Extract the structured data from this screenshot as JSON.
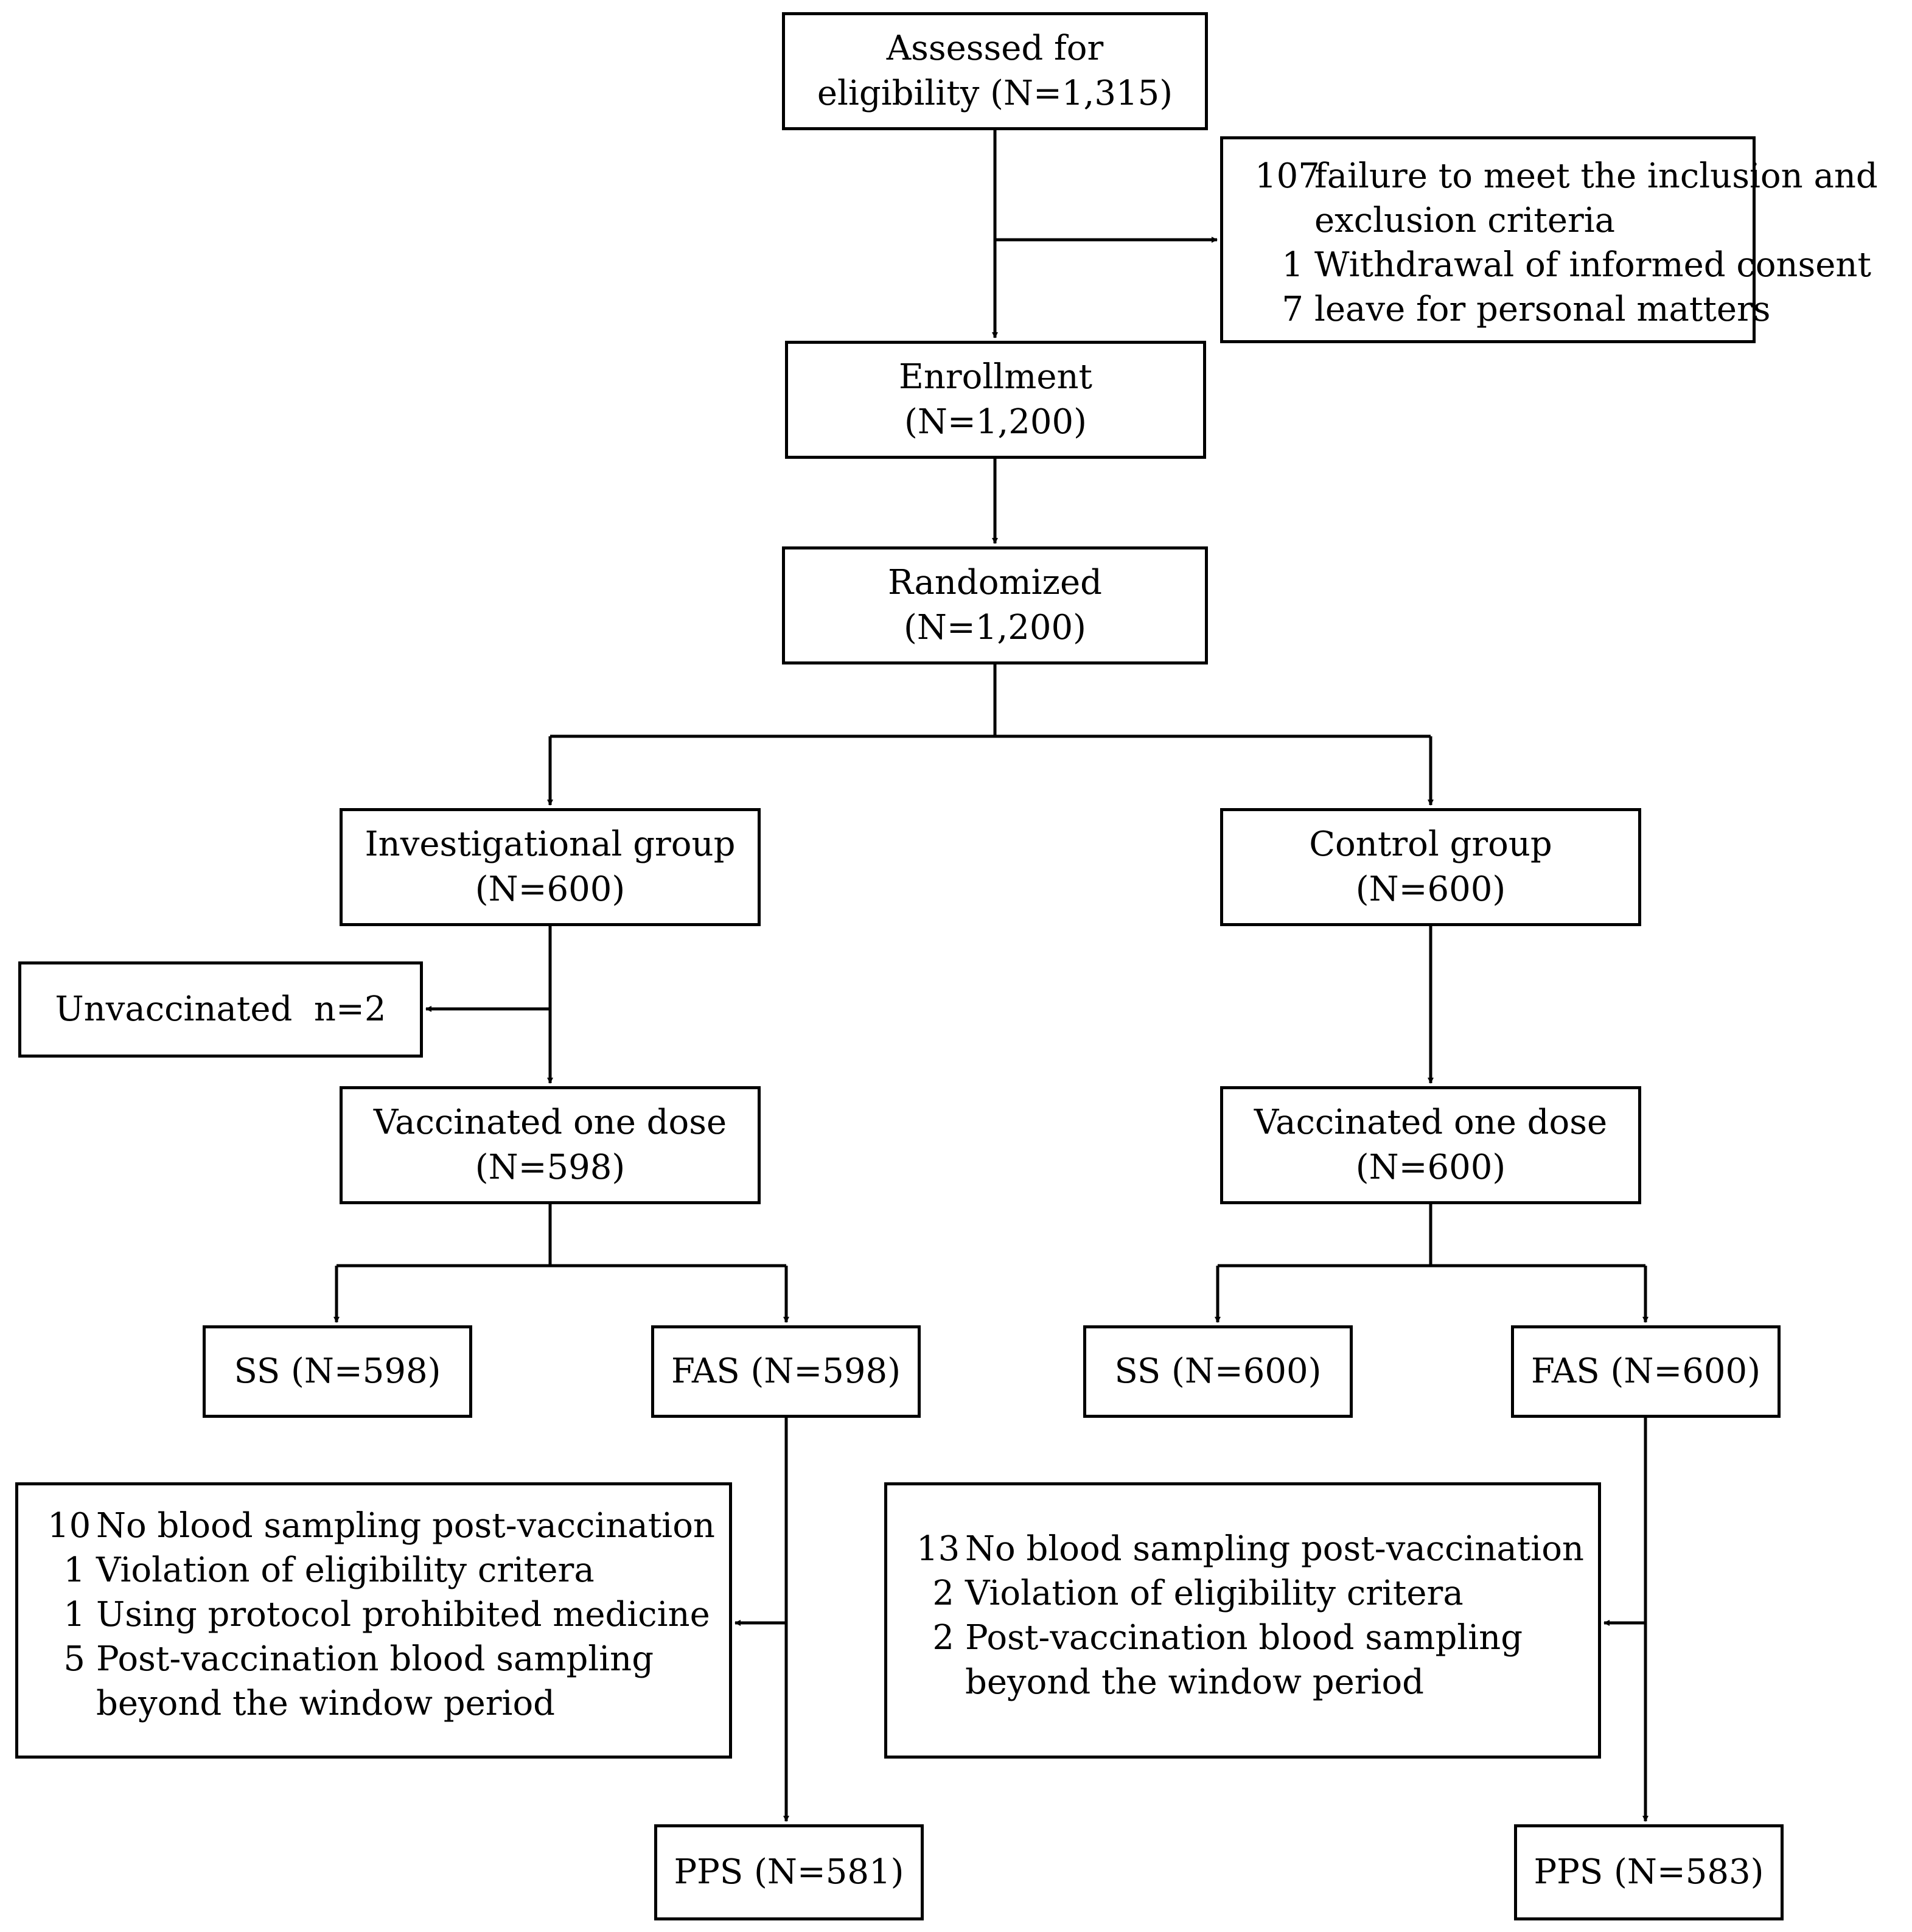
{
  "nodes": {
    "assessed": {
      "line1": "Assessed for",
      "line2": "eligibility (N=1,315)"
    },
    "enrollment": {
      "line1": "Enrollment",
      "line2": "(N=1,200)"
    },
    "randomized": {
      "line1": "Randomized",
      "line2": "(N=1,200)"
    },
    "investigational": {
      "line1": "Investigational group",
      "line2": "(N=600)"
    },
    "control": {
      "line1": "Control group",
      "line2": "(N=600)"
    },
    "unvaccinated": {
      "text": "Unvaccinated  n=2"
    },
    "vacc_inv": {
      "line1": "Vaccinated one dose",
      "line2": "(N=598)"
    },
    "vacc_ctrl": {
      "line1": "Vaccinated one dose",
      "line2": "(N=600)"
    },
    "ss_inv": {
      "text": "SS (N=598)"
    },
    "fas_inv": {
      "text": "FAS (N=598)"
    },
    "ss_ctrl": {
      "text": "SS (N=600)"
    },
    "fas_ctrl": {
      "text": "FAS (N=600)"
    },
    "pps_inv": {
      "text": "PPS (N=581)"
    },
    "pps_ctrl": {
      "text": "PPS (N=583)"
    }
  },
  "exclusions": {
    "screening": [
      {
        "num": "107",
        "text": "failure to meet the inclusion and"
      },
      {
        "num": "",
        "text": "exclusion criteria"
      },
      {
        "num": "1",
        "text": "Withdrawal of informed consent"
      },
      {
        "num": "7",
        "text": "leave for personal matters"
      }
    ],
    "investigational": [
      {
        "num": "10",
        "text": "No blood sampling post-vaccination"
      },
      {
        "num": "1",
        "text": "Violation of eligibility critera"
      },
      {
        "num": "1",
        "text": "Using protocol prohibited medicine"
      },
      {
        "num": "5",
        "text": "Post-vaccination blood sampling"
      },
      {
        "num": "",
        "text": "beyond the window period"
      }
    ],
    "control": [
      {
        "num": "13",
        "text": "No blood sampling post-vaccination"
      },
      {
        "num": "2",
        "text": "Violation of eligibility critera"
      },
      {
        "num": "2",
        "text": "Post-vaccination blood sampling"
      },
      {
        "num": "",
        "text": "beyond the window period"
      }
    ]
  }
}
